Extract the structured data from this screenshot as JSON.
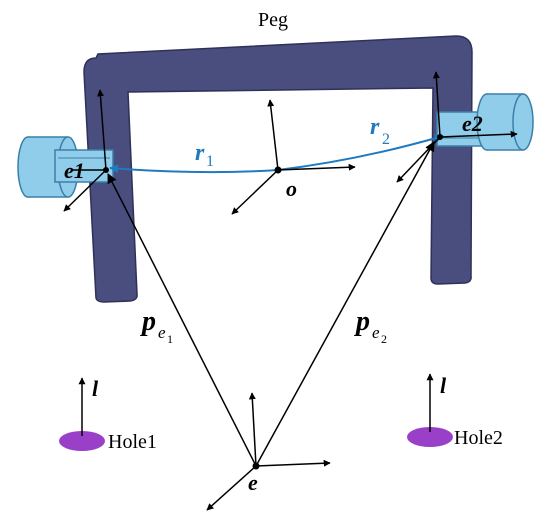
{
  "labels": {
    "peg": "Peg",
    "hole1": "Hole1",
    "hole2": "Hole2",
    "frame_o": "o",
    "frame_e": "e",
    "frame_e1": "e1",
    "frame_e2": "e2",
    "l1": "l",
    "l2": "l",
    "r1_main": "r",
    "r1_sub": "1",
    "r2_main": "r",
    "r2_sub": "2",
    "pe1_main": "p",
    "pe1_sub": "e",
    "pe1_subsub": "1",
    "pe2_main": "p",
    "pe2_sub": "e",
    "pe2_subsub": "2"
  },
  "colors": {
    "peg": "#4A4E7E",
    "peg_edge": "#2E3158",
    "gripper": "#8FCDEA",
    "gripper_edge": "#3B7FA8",
    "hole": "#9A3FC7",
    "blue_vector": "#1F7AC0",
    "black": "#000000"
  }
}
